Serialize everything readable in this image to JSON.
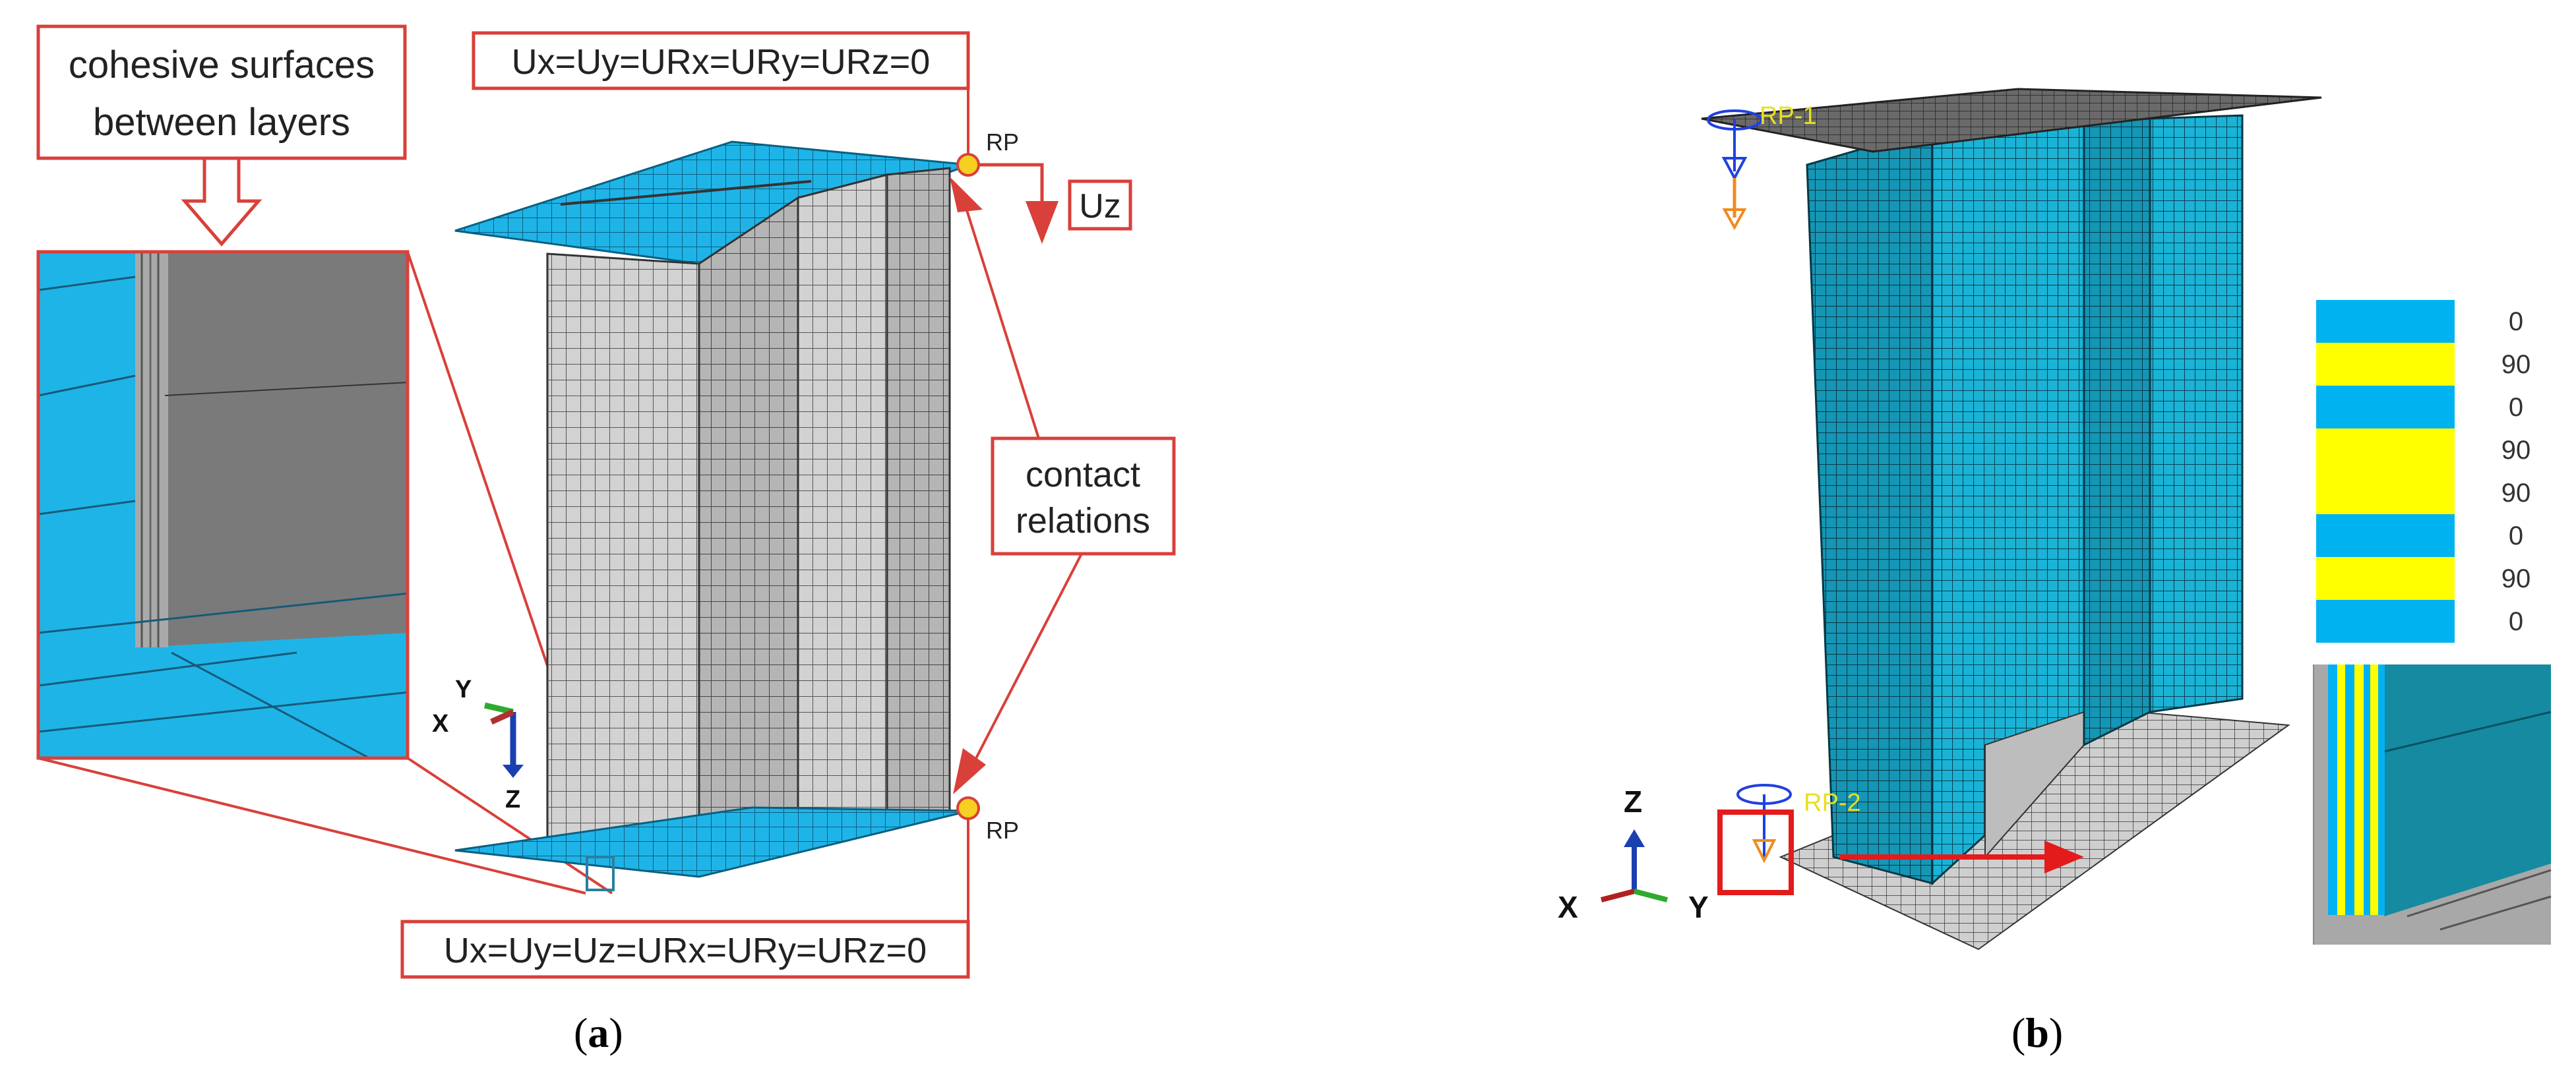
{
  "panel_a": {
    "label": "a",
    "callout_cohesive_line1": "cohesive surfaces",
    "callout_cohesive_line2": "between layers",
    "bc_top": "Ux=Uy=URx=URy=URz=0",
    "bc_bottom": "Ux=Uy=Uz=URx=URy=URz=0",
    "load_label": "Uz",
    "rp_top": "RP",
    "rp_bottom": "RP",
    "contact_line1": "contact",
    "contact_line2": "relations",
    "axis_y": "Y",
    "axis_x": "X",
    "axis_z": "Z"
  },
  "panel_b": {
    "label": "b",
    "rp1": "RP-1",
    "rp2": "RP-2",
    "axis_z": "Z",
    "axis_x": "X",
    "axis_y": "Y",
    "layup": [
      "0",
      "90",
      "0",
      "90",
      "90",
      "0",
      "90",
      "0"
    ]
  },
  "colors": {
    "callout_red": "#d9403a",
    "mesh_blue": "#1fb4e8",
    "mesh_gray": "#c8c8c8",
    "ply_yellow": "#ffff00",
    "ply_blue": "#00b3f0",
    "teal_b": "#1a9fb8",
    "rp_yellow": "#f5d020"
  }
}
